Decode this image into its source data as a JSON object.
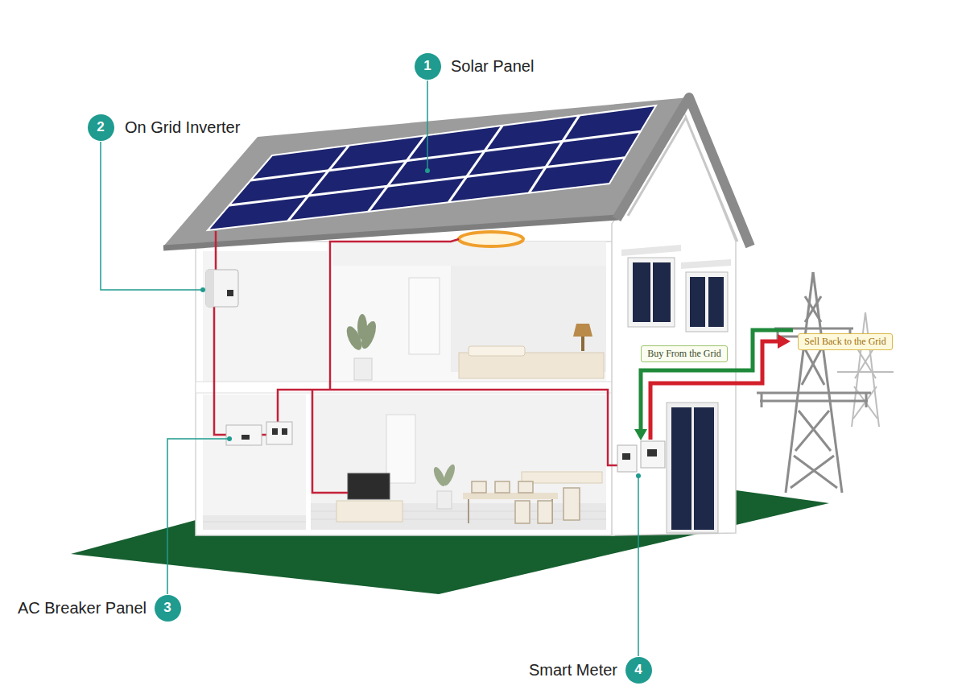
{
  "diagram": {
    "nodes": [
      {
        "text": [
          "1"
        ]
      },
      {
        "text": [
          "2"
        ]
      },
      {
        "text": [
          "Buy From the Grid"
        ]
      },
      {
        "text": [
          "Sell Back to the Grid"
        ]
      },
      {
        "text": [
          "3"
        ]
      },
      {
        "text": [
          "4"
        ]
      }
    ],
    "labels": [
      "Solar Panel",
      "On Grid Inverter",
      "AC Breaker Panel",
      "Smart Meter"
    ]
  }
}
